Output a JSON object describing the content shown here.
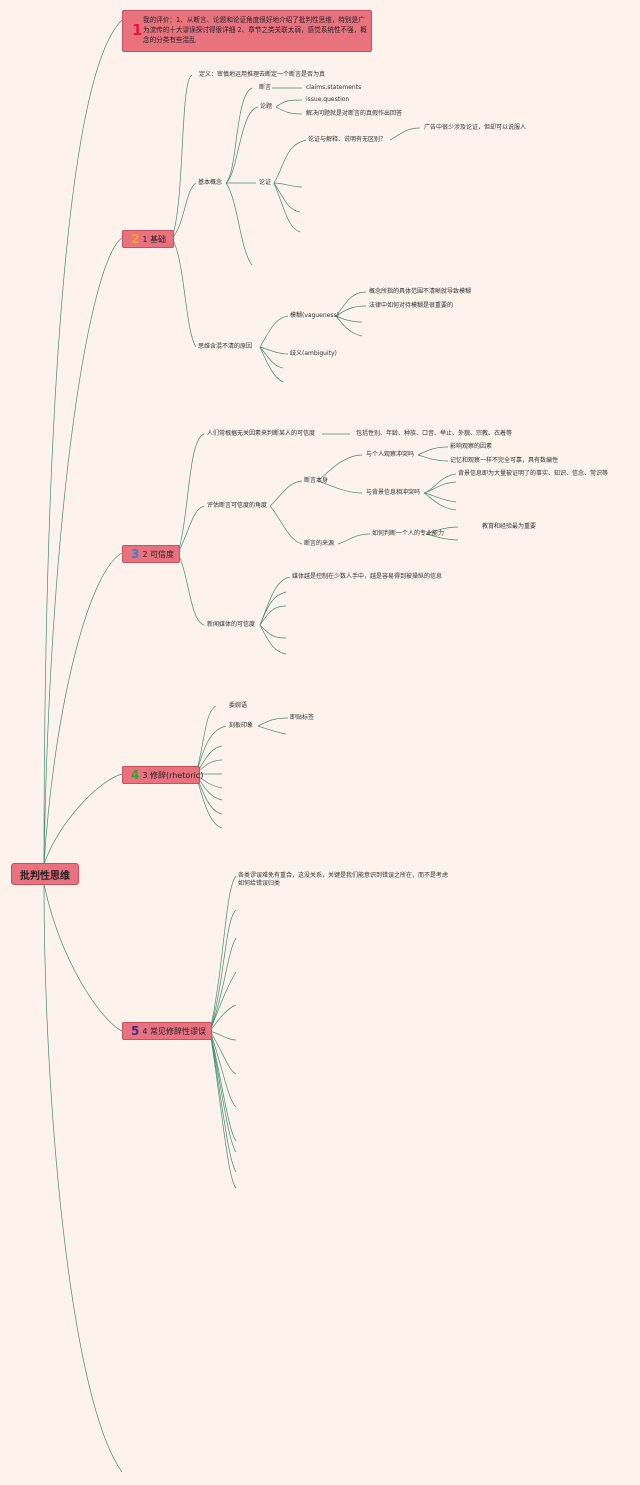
{
  "root": {
    "label": "批判性思维"
  },
  "top_comment": {
    "num": "1",
    "text": "我的评价：1、从断言、论题和论证角度很好地介绍了批判性思维，特别是广为流传的十大谬误探讨得很详细 2、章节之类关联太弱，感觉系统性不强，概念的分类有些混乱",
    "num_color": "#e8173a"
  },
  "branches": [
    {
      "num": "2",
      "label": "1 基础",
      "num_color": "#f2a22c"
    },
    {
      "num": "3",
      "label": "2 可信度",
      "num_color": "#3b7fd6"
    },
    {
      "num": "4",
      "label": "3 修辞(rhetoric)",
      "num_color": "#36a03a"
    },
    {
      "num": "5",
      "label": "4 常见修辞性谬误",
      "num_color": "#3a2f8c"
    }
  ],
  "basics": {
    "definition": "定义：审慎地运用推理去断定一个断言是否为真",
    "concepts": "基本概念",
    "assertion": "断言",
    "assertion_en": "claims,statements",
    "issue": "论题",
    "issue_en": "issue,question",
    "issue_desc": "解决问题就是对断言的真假作出回答",
    "argument": "论证",
    "arg_question": "论证与解释、说明有无区别？",
    "arg_answer": "广告中很少涉及论证，但却可以说服人",
    "unclear": "思维含混不清的原因",
    "vagueness": "模糊(vagueness)",
    "vague_1": "概念所指的具体范围不清晰就导致模糊",
    "vague_2": "法律中如何对待模糊是很重要的",
    "ambiguity": "歧义(ambiguity)"
  },
  "credibility": {
    "irrelevant": "人们常根据无关因素来判断某人的可信度",
    "irrelevant_list": "包括性别、年龄、种族、口音、举止、外貌、宗教、衣着等",
    "angle": "评估断言可信度的角度",
    "claim_itself": "断言本身",
    "personal_conflict": "与个人观察冲突吗",
    "observe_factor": "影响观察的因素",
    "memory": "记忆和观察一样不完全可靠，具有数编性",
    "background_conflict": "与背景信息相冲突吗",
    "background_desc": "背景信息即为大量被证明了的事实、知识、信念、常识等",
    "source": "断言的来源",
    "expertise": "如何判断一个人的专业能力",
    "expertise_desc": "教育和经验最为重要",
    "media": "新闻媒体的可信度",
    "media_desc": "媒体越是控制在少数人手中，越是容易得到被操纵的信息"
  },
  "rhetoric": {
    "euphemism": "委婉语",
    "stereotype": "刻板印象",
    "label": "即贴标签"
  },
  "fallacies": {
    "note_line1": "各类谬误难免有重合，这没关系，关键是我们能意识到错误之所在，而不是考虑",
    "note_line2": "如何给错误归类"
  },
  "colors": {
    "edge": "#3f8f6e",
    "box": "#e9727f",
    "background": "#fdf2ec"
  }
}
